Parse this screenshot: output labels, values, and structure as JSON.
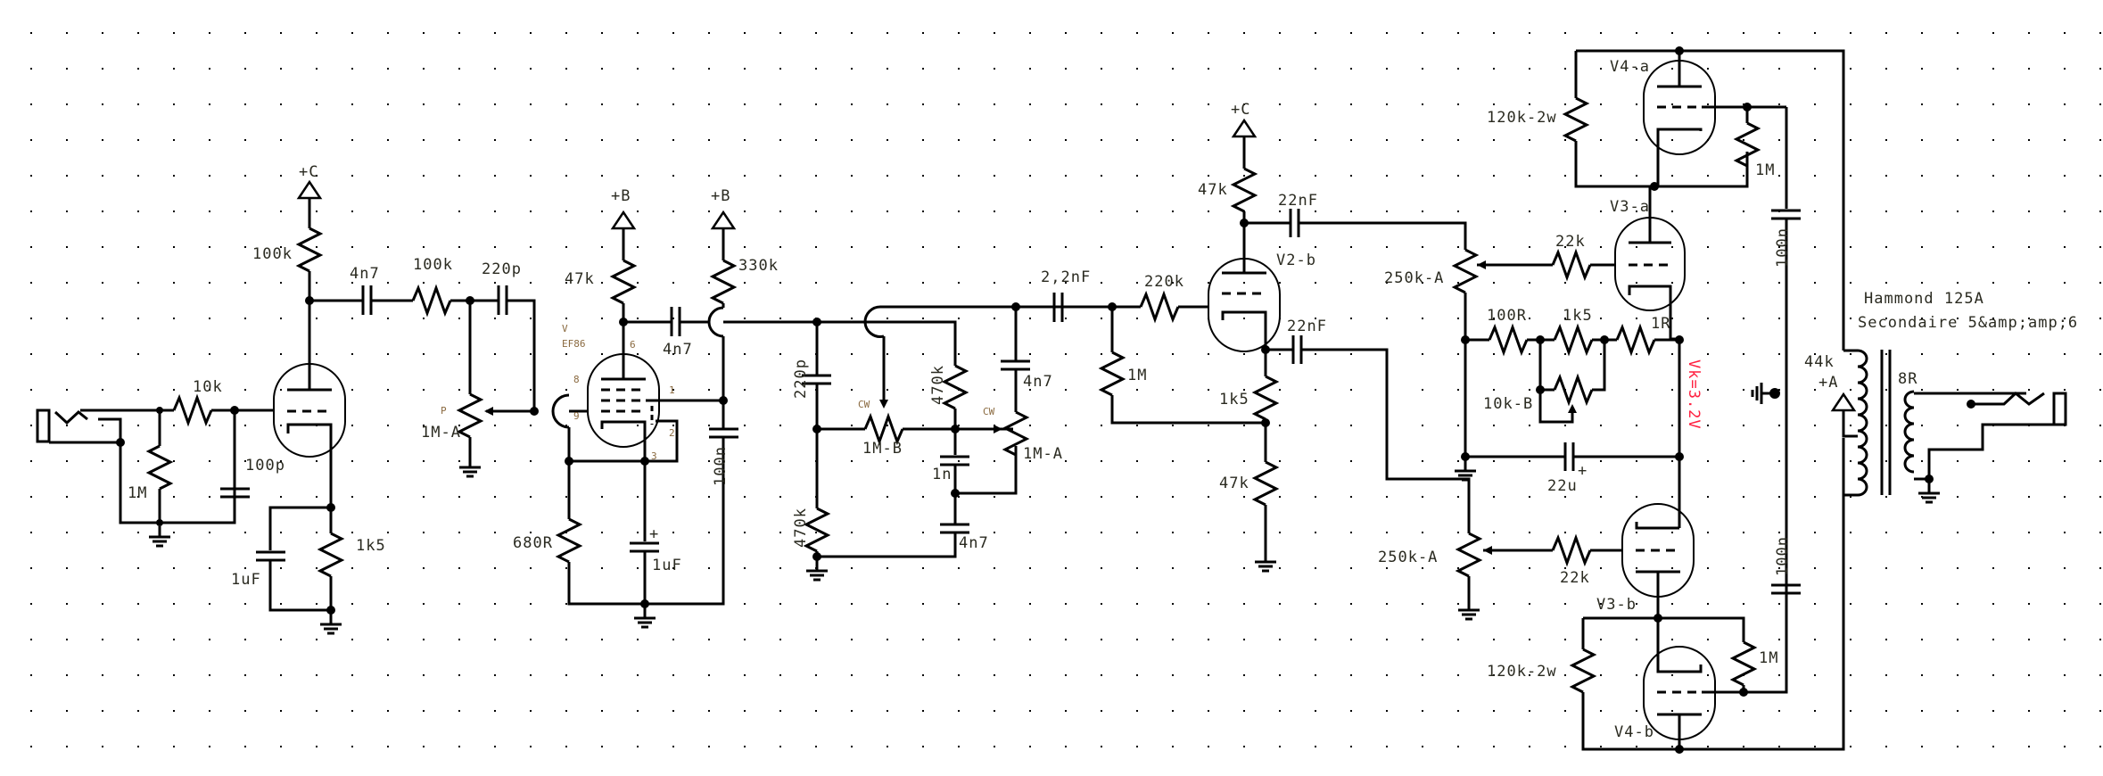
{
  "title": "Tube amplifier schematic",
  "supplies": {
    "c": "+C",
    "b": "+B",
    "a": "+A"
  },
  "input": {
    "r_series": "10k",
    "r_ground": "1M",
    "c_grid": "100p"
  },
  "stage1": {
    "r_plate": "100k",
    "r_cathode": "1k5",
    "c_cathode": "1uF",
    "c_couple": "4n7",
    "r_series": "100k",
    "c_bright": "220p",
    "pot_label": "P",
    "pot_value": "1M-A"
  },
  "ef86": {
    "tube_ref": "V",
    "tube_type": "EF86",
    "pins": {
      "p6": "6",
      "p8": "8",
      "p9": "9",
      "p1": "1",
      "p2": "2",
      "p3": "3"
    },
    "r_plate": "47k",
    "r_screen": "330k",
    "c_screen": "100n",
    "r_cathode": "680R",
    "c_cathode": "1uF",
    "c_couple": "4n7"
  },
  "tonestack": {
    "c_treble_shunt": "220p",
    "r_bottom": "470k",
    "pot_b_dir": "CW",
    "pot_b": "1M-B",
    "r_mid": "470k",
    "c_mid": "1n",
    "c_low": "4n7",
    "c_top": "4n7",
    "pot_a_dir": "CW",
    "pot_a": "1M-A",
    "c_out": "2,2nF"
  },
  "phase_inverter": {
    "tube": "V2-b",
    "r_grid_stop": "220k",
    "r_grid": "1M",
    "r_plate": "47k",
    "c_plate": "22nF",
    "c_cathode_out": "22nF",
    "r_cathode_top": "1k5",
    "r_cathode_tail": "47k"
  },
  "output": {
    "pot_top": "250k-A",
    "pot_bottom": "250k-A",
    "r_grid_top": "22k",
    "r_grid_bottom": "22k",
    "tube_v4a": "V4-a",
    "tube_v3a": "V3-a",
    "tube_v3b": "V3-b",
    "tube_v4b": "V4-b",
    "r_v4a_plate": "120k-2w",
    "r_v4b_plate": "120k-2w",
    "r_v4a_grid": "1M",
    "r_v4b_grid": "1M",
    "c_top": "100n",
    "c_bottom": "100n",
    "r_100r": "100R",
    "r_1k5": "1k5",
    "r_1r": "1R",
    "pot_bias": "10k-B",
    "c_cathode": "22u",
    "c_cathode_pol": "+",
    "vk_note": "Vk=3.2V"
  },
  "transformer": {
    "title": "Hammond 125A",
    "subtitle": "Secondaire 5&amp;amp;6",
    "primary": "44k",
    "secondary": "8R"
  }
}
